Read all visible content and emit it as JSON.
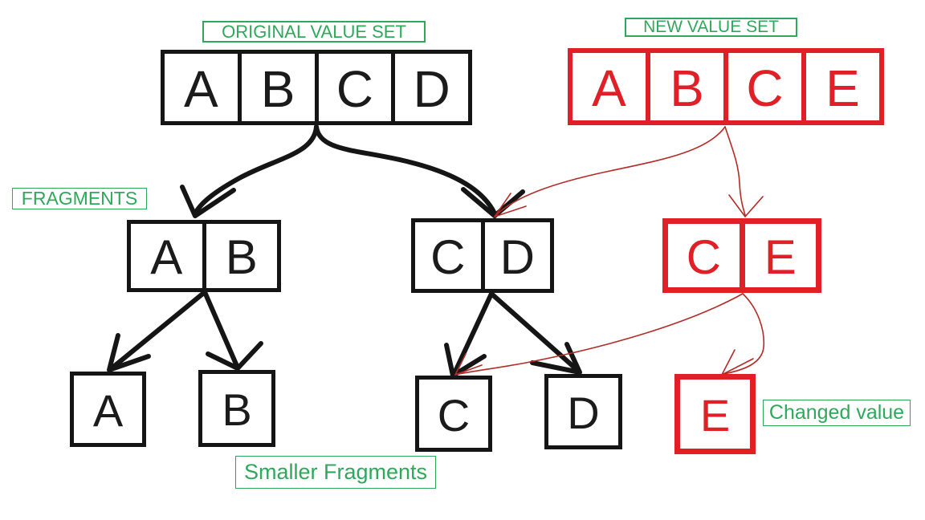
{
  "colors": {
    "background": "#ffffff",
    "box_black": "#151515",
    "box_red": "#e01f26",
    "label_green": "#2fa85c",
    "thin_arrow_red": "#b32b26"
  },
  "original_set": {
    "title": "ORIGINAL VALUE SET",
    "cells": [
      "A",
      "B",
      "C",
      "D"
    ]
  },
  "new_set": {
    "title": "NEW VALUE SET",
    "cells": [
      "A",
      "B",
      "C",
      "E"
    ]
  },
  "fragments": {
    "label": "FRAGMENTS",
    "left": {
      "cells": [
        "A",
        "B"
      ]
    },
    "right": {
      "cells": [
        "C",
        "D"
      ]
    },
    "new_pair": {
      "cells": [
        "C",
        "E"
      ]
    }
  },
  "smaller_fragments": {
    "label": "Smaller Fragments",
    "boxes": [
      "A",
      "B",
      "C",
      "D"
    ],
    "changed": {
      "cell": "E",
      "label": "Changed value"
    }
  }
}
